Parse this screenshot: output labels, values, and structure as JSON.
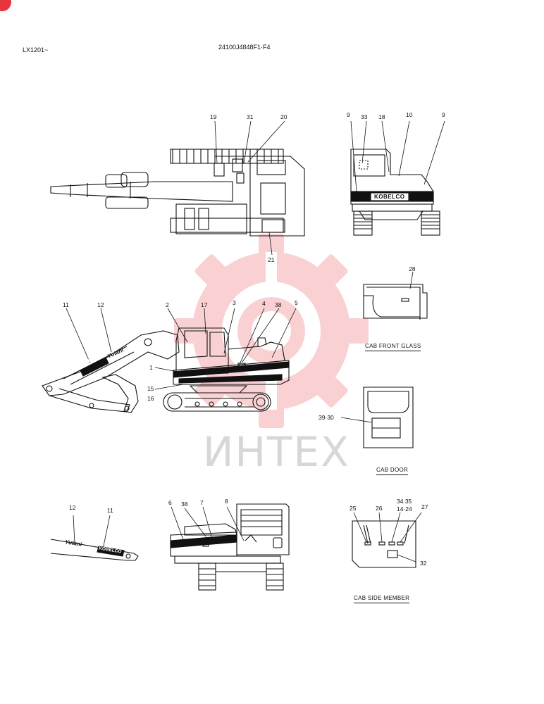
{
  "header": {
    "serial": "LX1201~",
    "part_number": "24100J4848F1·F4"
  },
  "watermark": {
    "text": "ИНТЕХ",
    "color": "#e8343c"
  },
  "captions": {
    "cab_front_glass": "CAB FRONT GLASS",
    "cab_door": "CAB DOOR",
    "cab_side_member": "CAB SIDE MEMBER"
  },
  "callouts": {
    "top_view": [
      "19",
      "31",
      "20",
      "21"
    ],
    "rear_view": [
      "9",
      "33",
      "18",
      "10",
      "9"
    ],
    "front_glass": [
      "28"
    ],
    "side_view": [
      "11",
      "12",
      "2",
      "17",
      "3",
      "4",
      "38",
      "5",
      "1",
      "15",
      "16"
    ],
    "cab_door": [
      "39·30"
    ],
    "arm_detail": [
      "12",
      "11"
    ],
    "right_side": [
      "6",
      "38",
      "7",
      "8"
    ],
    "cab_side_member": [
      "25",
      "26",
      "34 35",
      "14·24",
      "27",
      "32"
    ]
  },
  "decals": {
    "brand": "KOBELCO",
    "model": "Yutani"
  }
}
